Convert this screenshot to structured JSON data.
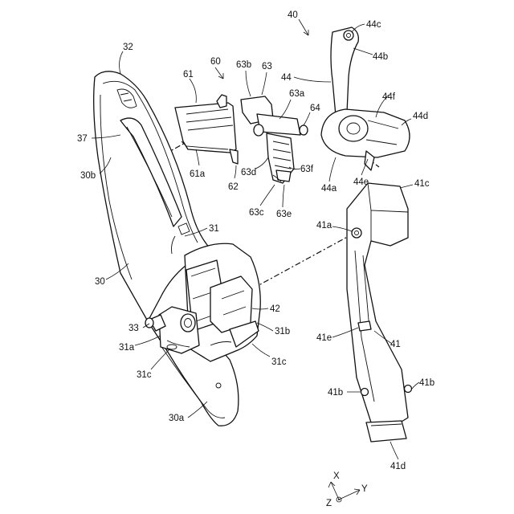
{
  "labels": {
    "l30": "30",
    "l30a": "30a",
    "l30b": "30b",
    "l31": "31",
    "l31a": "31a",
    "l31b": "31b",
    "l31c_left": "31c",
    "l31c_right": "31c",
    "l32": "32",
    "l33": "33",
    "l37": "37",
    "l40": "40",
    "l41": "41",
    "l41a": "41a",
    "l41b_left": "41b",
    "l41b_right": "41b",
    "l41c": "41c",
    "l41d": "41d",
    "l41e": "41e",
    "l42": "42",
    "l44": "44",
    "l44a": "44a",
    "l44b": "44b",
    "l44c": "44c",
    "l44d": "44d",
    "l44e": "44e",
    "l44f": "44f",
    "l60": "60",
    "l61": "61",
    "l61a": "61a",
    "l62": "62",
    "l63": "63",
    "l63a": "63a",
    "l63b": "63b",
    "l63c": "63c",
    "l63d": "63d",
    "l63e": "63e",
    "l63f": "63f",
    "l64": "64"
  },
  "axes": {
    "x": "X",
    "y": "Y",
    "z": "Z"
  }
}
